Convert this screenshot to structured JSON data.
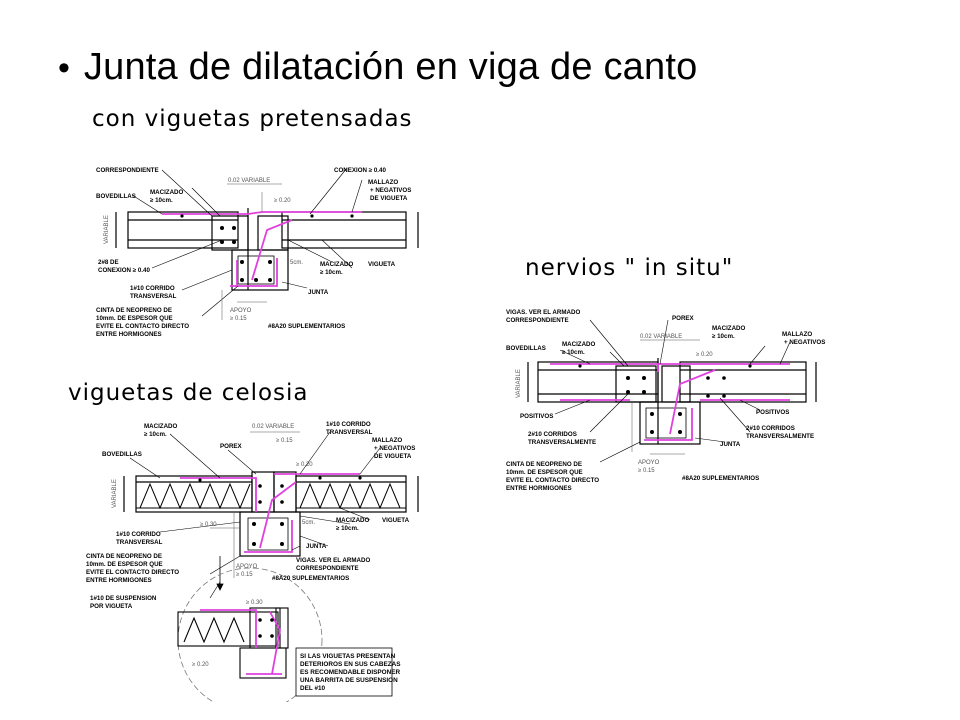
{
  "slide": {
    "bullet": "•",
    "title": "Junta de dilatación en viga de canto"
  },
  "diagram_a": {
    "caption": "con viguetas pretensadas",
    "labels": {
      "correspondiente": "CORRESPONDIENTE",
      "bovedillas": "BOVEDILLAS",
      "macizado_1": "MACIZADO",
      "macizado_2": "≥ 10cm.",
      "conexion_top": "CONEXION ≥ 0.40",
      "mallazo_1": "MALLAZO",
      "mallazo_2": "+ NEGATIVOS",
      "mallazo_3": "DE VIGUETA",
      "dim_variable": "0.02 VARIABLE",
      "dim_020": "≥ 0.20",
      "variable_side": "VARIABLE",
      "conexion_1": "2#8 DE",
      "conexion_2": "CONEXION ≥ 0.40",
      "corrido_1": "1#10 CORRIDO",
      "corrido_2": "TRANSVERSAL",
      "neopreno_1": "CINTA DE NEOPRENO DE",
      "neopreno_2": "10mm. DE ESPESOR QUE",
      "neopreno_3": "EVITE EL CONTACTO DIRECTO",
      "neopreno_4": "ENTRE HORMIGONES",
      "apoyo_1": "APOYO",
      "apoyo_2": "≥ 0.15",
      "dim_5cm": "5cm.",
      "macizado_b1": "MACIZADO",
      "macizado_b2": "≥ 10cm.",
      "vigueta": "VIGUETA",
      "junta": "JUNTA",
      "suplementarios": "#8A20 SUPLEMENTARIOS"
    }
  },
  "diagram_b": {
    "caption": "nervios \" in situ\"",
    "labels": {
      "vigas_1": "VIGAS. VER EL ARMADO",
      "vigas_2": "CORRESPONDIENTE",
      "porex": "POREX",
      "dim_variable": "0.02 VARIABLE",
      "macizado_1": "MACIZADO",
      "macizado_2": "≥ 10cm.",
      "mallazo_1": "MALLAZO",
      "mallazo_2": "+ NEGATIVOS",
      "bovedillas": "BOVEDILLAS",
      "macizado_l1": "MACIZADO",
      "macizado_l2": "≥ 10cm.",
      "dim_020": "≥ 0.20",
      "variable_side": "VARIABLE",
      "positivos_left": "POSITIVOS",
      "positivos_right": "POSITIVOS",
      "corridos_l1": "2#10 CORRIDOS",
      "corridos_l2": "TRANSVERSALMENTE",
      "corridos_r1": "2#10 CORRIDOS",
      "corridos_r2": "TRANSVERSALMENTE",
      "junta": "JUNTA",
      "neopreno_1": "CINTA DE NEOPRENO DE",
      "neopreno_2": "10mm. DE ESPESOR QUE",
      "neopreno_3": "EVITE EL CONTACTO DIRECTO",
      "neopreno_4": "ENTRE HORMIGONES",
      "apoyo_1": "APOYO",
      "apoyo_2": "≥ 0.15",
      "suplementarios": "#8A20 SUPLEMENTARIOS"
    }
  },
  "diagram_c": {
    "caption": "viguetas de celosia",
    "labels": {
      "macizado_1": "MACIZADO",
      "macizado_2": "≥ 10cm.",
      "dim_variable": "0.02 VARIABLE",
      "corrido_t1": "1#10 CORRIDO",
      "corrido_t2": "TRANSVERSAL",
      "porex": "POREX",
      "dim_015": "≥ 0.15",
      "mallazo_1": "MALLAZO",
      "mallazo_2": "+ NEGATIVOS",
      "mallazo_3": "DE VIGUETA",
      "bovedillas": "BOVEDILLAS",
      "dim_020": "≥ 0.20",
      "variable_side": "VARIABLE",
      "dim_030": "≥ 0.30",
      "dim_5cm": "5cm.",
      "macizado_b1": "MACIZADO",
      "macizado_b2": "≥ 10cm.",
      "vigueta": "VIGUETA",
      "corrido_1": "1#10 CORRIDO",
      "corrido_2": "TRANSVERSAL",
      "junta": "JUNTA",
      "neopreno_1": "CINTA DE NEOPRENO DE",
      "neopreno_2": "10mm. DE ESPESOR QUE",
      "neopreno_3": "EVITE EL CONTACTO DIRECTO",
      "neopreno_4": "ENTRE HORMIGONES",
      "vigas_1": "VIGAS. VER EL ARMADO",
      "vigas_2": "CORRESPONDIENTE",
      "apoyo_1": "APOYO",
      "apoyo_2": "≥ 0.15",
      "suplementarios": "#8A20 SUPLEMENTARIOS",
      "suspension_1": "1#10 DE SUSPENSION",
      "suspension_2": "POR VIGUETA",
      "detail_030": "≥ 0.30",
      "detail_020": "≥ 0.20",
      "note_1": "SI LAS VIGUETAS PRESENTAN",
      "note_2": "DETERIOROS EN SUS CABEZAS",
      "note_3": "ES RECOMENDABLE DISPONER",
      "note_4": "UNA BARRITA DE SUSPENSION",
      "note_5": "DEL #10"
    }
  },
  "colors": {
    "rebar": "#e040e0",
    "line": "#000000",
    "dim": "#555555"
  }
}
